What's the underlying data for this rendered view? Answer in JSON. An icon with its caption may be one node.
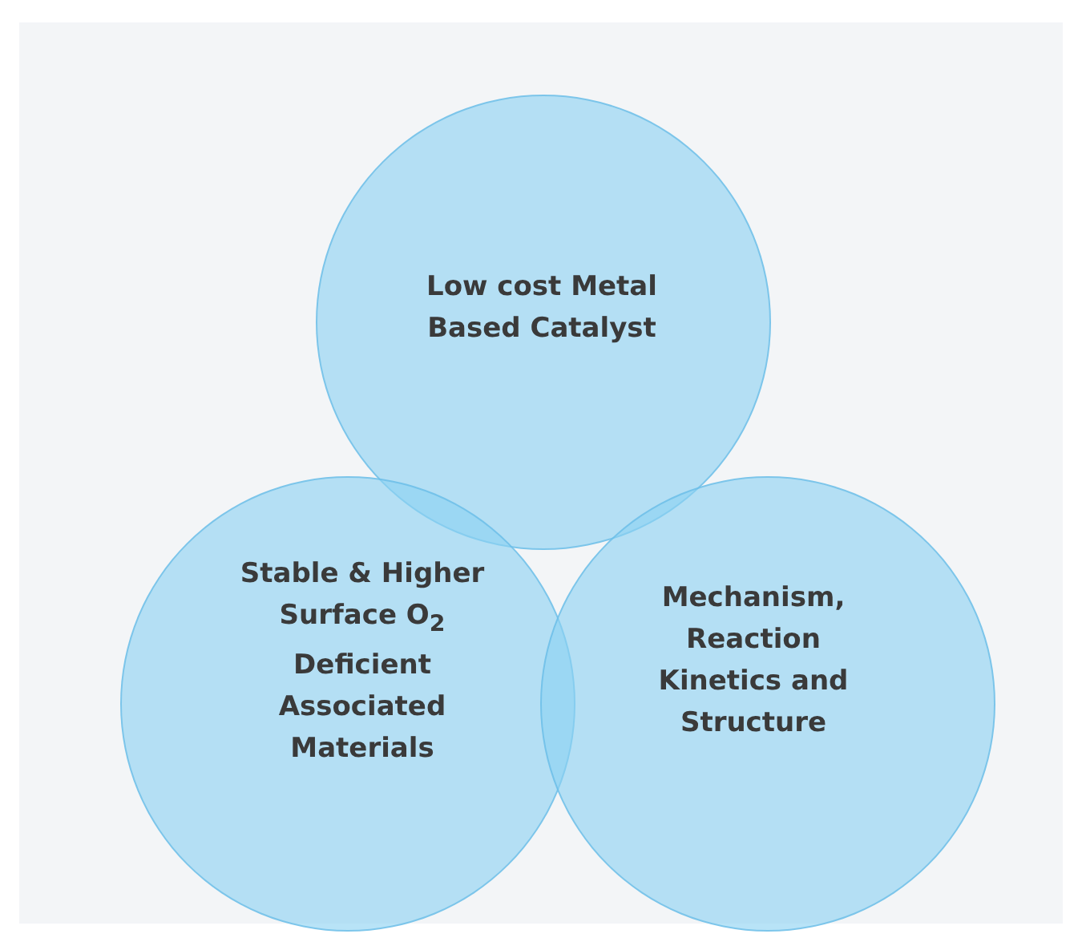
{
  "diagram": {
    "nodes": [
      {
        "text": [
          "Low cost Metal Based Catalyst"
        ]
      },
      {
        "text": [
          "Stable & Higher Surface O$_{2}$ Deficient Associated Materials"
        ]
      },
      {
        "text": [
          "Mechanism, Reaction Kinetics and Structure"
        ]
      }
    ]
  }
}
